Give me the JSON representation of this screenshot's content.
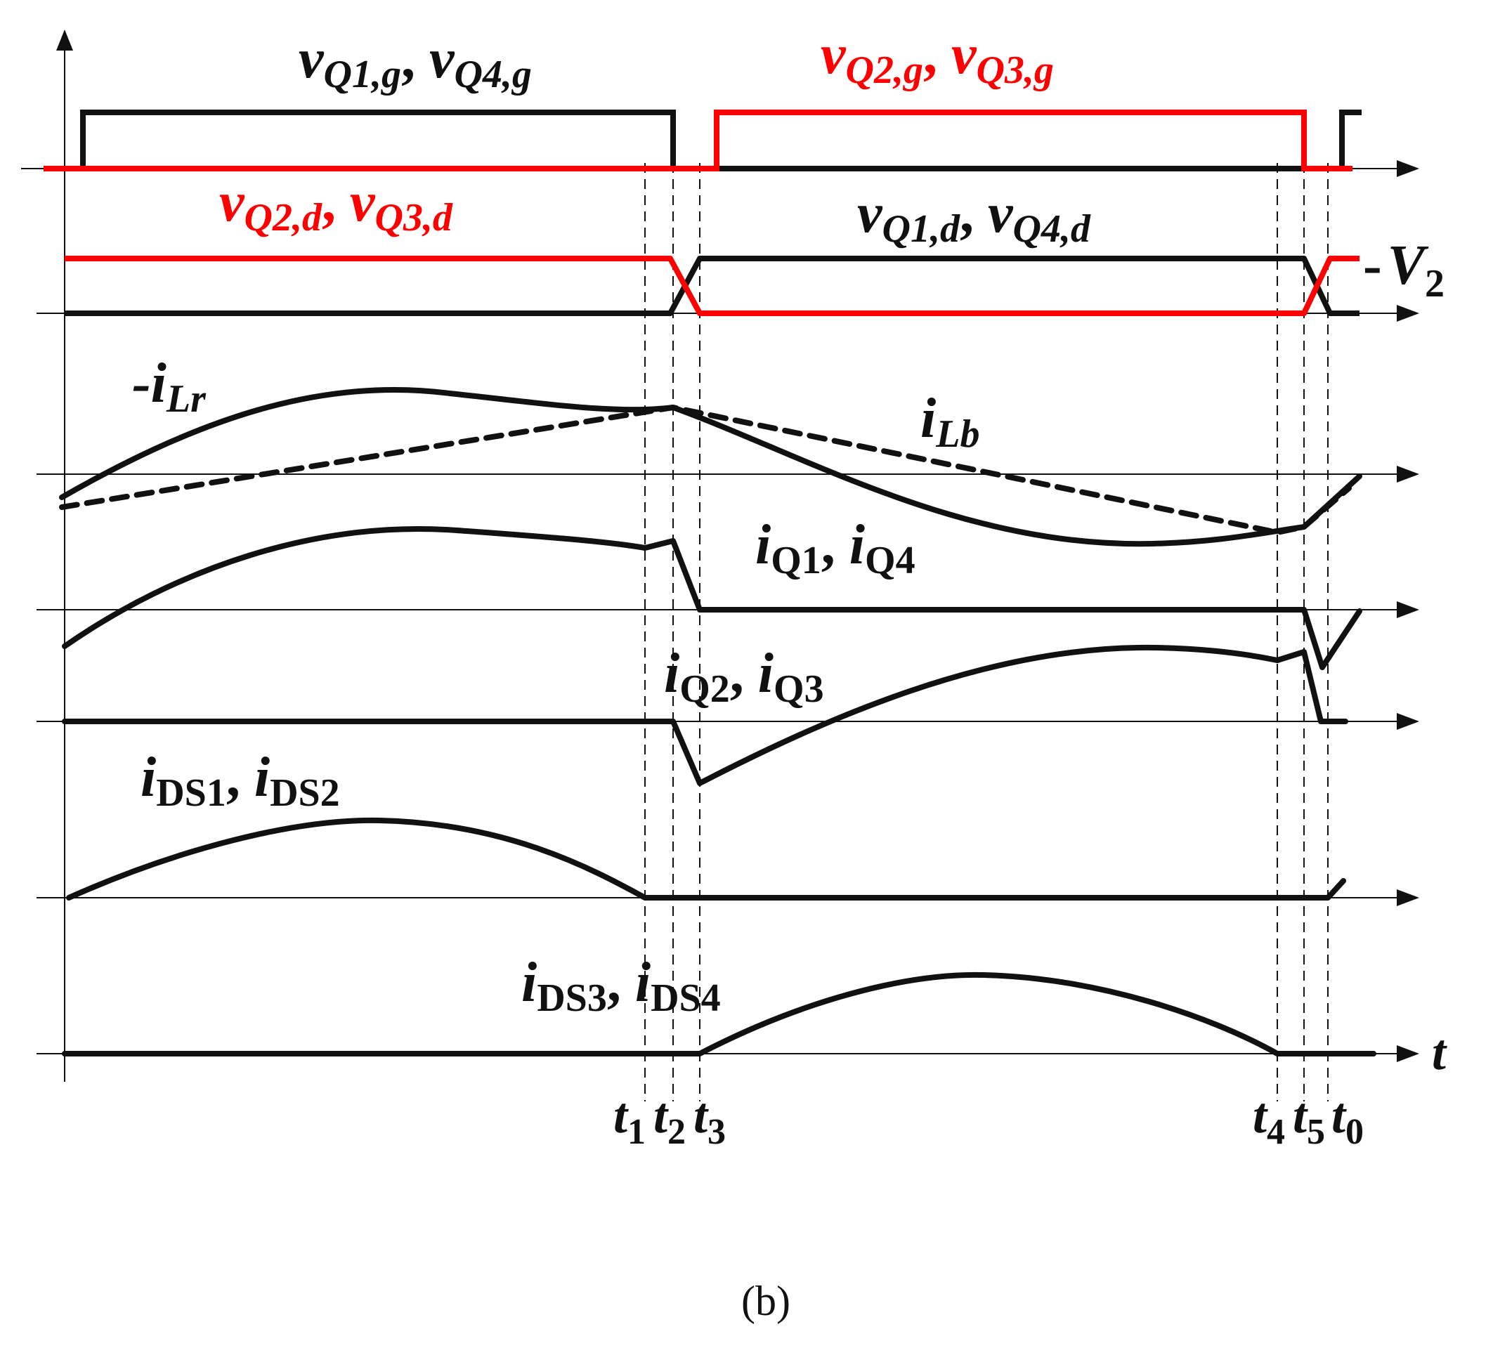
{
  "colors": {
    "black": "#111111",
    "red": "#ff0000",
    "axis": "#111111",
    "dash": "#111111"
  },
  "labels": {
    "vgate_a": {
      "v1": "v",
      "s1": "Q1,g",
      "sep": ", ",
      "v2": "v",
      "s2": "Q4,g"
    },
    "vgate_b": {
      "v1": "v",
      "s1": "Q2,g",
      "sep": ", ",
      "v2": "v",
      "s2": "Q3,g"
    },
    "vds_b": {
      "v1": "v",
      "s1": "Q2,d",
      "sep": ", ",
      "v2": "v",
      "s2": "Q3,d"
    },
    "vds_a": {
      "v1": "v",
      "s1": "Q1,d",
      "sep": ", ",
      "v2": "v",
      "s2": "Q4,d"
    },
    "v2": {
      "dash": "-",
      "main": "V",
      "sub": "2"
    },
    "ilr": {
      "main": "-i",
      "sub": "Lr"
    },
    "ilb": {
      "main": "i",
      "sub": "Lb"
    },
    "iq14": {
      "m1": "i",
      "s1": "Q1",
      "sep": ", ",
      "m2": "i",
      "s2": "Q4"
    },
    "iq23": {
      "m1": "i",
      "s1": "Q2",
      "sep": ", ",
      "m2": "i",
      "s2": "Q3"
    },
    "ids12": {
      "m1": "i",
      "s1": "DS1",
      "sep": ", ",
      "m2": "i",
      "s2": "DS2"
    },
    "ids34": {
      "m1": "i",
      "s1": "DS3",
      "sep": ", ",
      "m2": "i",
      "s2": "DS4"
    },
    "t_axis": "t",
    "time_marks": [
      {
        "m": "t",
        "s": "1"
      },
      {
        "m": "t",
        "s": "2"
      },
      {
        "m": "t",
        "s": "3"
      },
      {
        "m": "t",
        "s": "4"
      },
      {
        "m": "t",
        "s": "5"
      },
      {
        "m": "t",
        "s": "0"
      }
    ],
    "caption": "(b)"
  }
}
